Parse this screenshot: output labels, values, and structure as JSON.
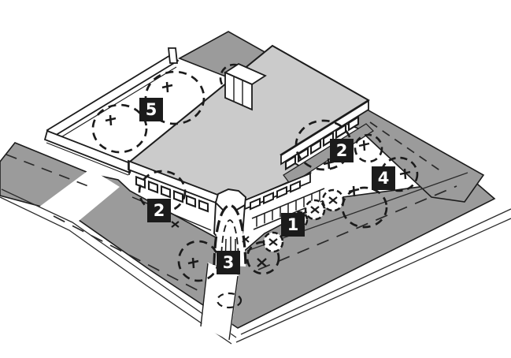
{
  "figure": {
    "type": "axonometric-site-sketch",
    "description": "Hand-drawn isometric sketch of an L-shaped building on a corner lot with numbered landscape markers",
    "colors": {
      "background": "#ffffff",
      "roof": "#cbcbcb",
      "road": "#9b9b9b",
      "ink": "#1c1c1c",
      "marker_bg": "#1b1b1b",
      "marker_text": "#ffffff"
    },
    "symbols": {
      "tree-icon": "dashed-circle-with-plus",
      "shrub-icon": "dashed-circle-with-x",
      "arch-shrub-icon": "dashed-arch"
    },
    "markers": [
      {
        "id": "marker-1",
        "label": "1"
      },
      {
        "id": "marker-2-upper",
        "label": "2"
      },
      {
        "id": "marker-2-lower",
        "label": "2"
      },
      {
        "id": "marker-3",
        "label": "3"
      },
      {
        "id": "marker-4",
        "label": "4"
      },
      {
        "id": "marker-5",
        "label": "5"
      }
    ]
  }
}
